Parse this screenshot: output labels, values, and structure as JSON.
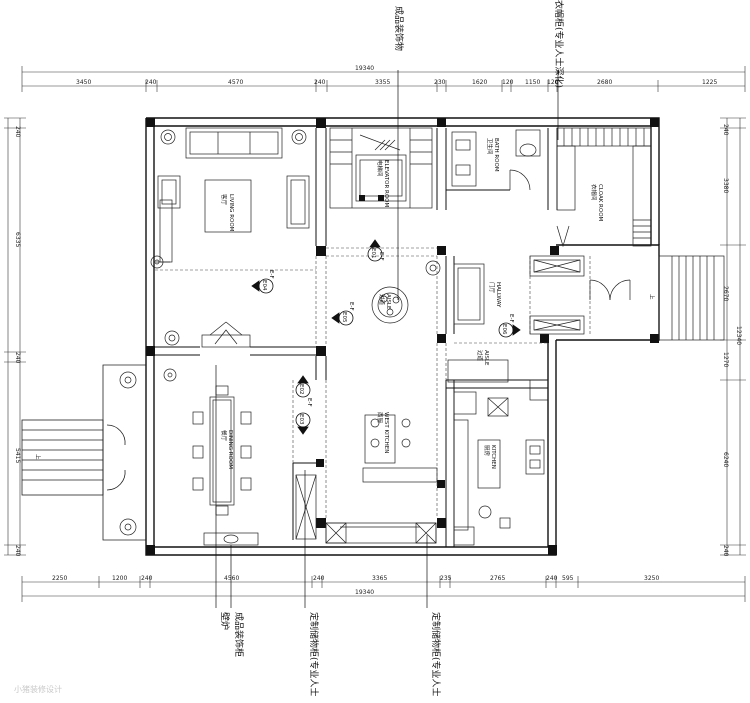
{
  "dimensions_top": {
    "total": "19340",
    "segments": [
      "3450",
      "240",
      "4570",
      "240",
      "3355",
      "230",
      "1620",
      "120",
      "1150",
      "120",
      "2680",
      "1225"
    ]
  },
  "dimensions_bottom": {
    "total": "19340",
    "segments": [
      "2250",
      "1200",
      "240",
      "4560",
      "240",
      "3365",
      "235",
      "2765",
      "240",
      "595",
      "3250"
    ]
  },
  "dimensions_left": {
    "segments": [
      "240",
      "6335",
      "240",
      "5415",
      "240"
    ],
    "total": "12340"
  },
  "dimensions_right": {
    "segments": [
      "240",
      "3380",
      "2670",
      "1270",
      "6240",
      "240"
    ],
    "total": "12340"
  },
  "rooms": {
    "living": {
      "cn": "客厅",
      "en": "LIVING ROOM"
    },
    "elevator": {
      "cn": "电梯间",
      "en": "ELEVATOR ROOM"
    },
    "bath": {
      "cn": "卫生间",
      "en": "BATH ROOM"
    },
    "cloak": {
      "cn": "衣帽间",
      "en": "CLOAK ROOM"
    },
    "hallway": {
      "cn": "门厅",
      "en": "HALLWAY"
    },
    "aisle": {
      "cn": "过道",
      "en": "AISLE"
    },
    "aisle2": {
      "cn": "过道",
      "en": "AISLE"
    },
    "dining": {
      "cn": "餐厅",
      "en": "DINING ROOM"
    },
    "west_kitchen": {
      "cn": "西厨",
      "en": "WEST KITCHEN"
    },
    "kitchen": {
      "cn": "厨房",
      "en": "KITCHEN"
    }
  },
  "annotations": {
    "top_1": "成品装饰物",
    "top_2": "衣帽柜(专业人士深化)",
    "bottom_1": "成品装饰柜",
    "bottom_2": "壁炉",
    "bottom_3": "定制储物柜(专业人士",
    "bottom_4": "定制储物柜(专业人士"
  },
  "elevation_tags": {
    "e01": "E01",
    "e02": "E02",
    "e03": "E03",
    "e04": "E04",
    "e05": "E05",
    "e06": "E06",
    "floor": "E-F"
  },
  "stair_label": "上",
  "watermark": "小猪装修设计"
}
